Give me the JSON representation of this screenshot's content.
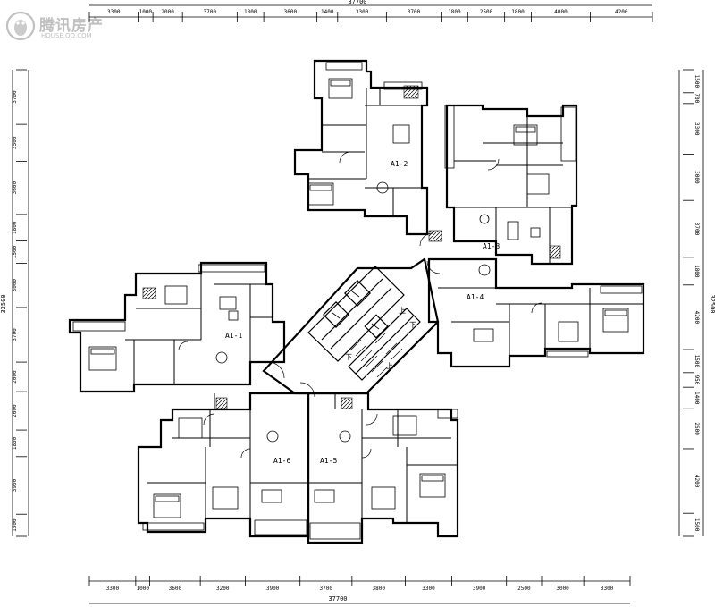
{
  "watermark": {
    "name": "腾讯房产",
    "url": "HOUSE.QQ.COM",
    "logo_icon": "penguin-logo-icon"
  },
  "dimensions": {
    "top_total": "37700",
    "top": [
      "3300",
      "1000",
      "2000",
      "3700",
      "1800",
      "3600",
      "1400",
      "3300",
      "3700",
      "1800",
      "2500",
      "1800",
      "4000",
      "4200"
    ],
    "bottom_total": "37700",
    "bottom": [
      "3300",
      "1000",
      "3600",
      "3200",
      "3900",
      "3700",
      "3800",
      "3300",
      "3900",
      "2500",
      "3000",
      "3300"
    ],
    "left_total": "32500",
    "left": [
      "3700",
      "2500",
      "3600",
      "1800",
      "1500",
      "3000",
      "3700",
      "2000",
      "2600",
      "1800",
      "3900",
      "1500"
    ],
    "right_total": "32500",
    "right": [
      "1500",
      "700",
      "3300",
      "3000",
      "3700",
      "1800",
      "4200",
      "1500",
      "950",
      "1400",
      "2600",
      "4200",
      "1500"
    ]
  },
  "units": [
    {
      "label": "A1-1"
    },
    {
      "label": "A1-2"
    },
    {
      "label": "A1-3"
    },
    {
      "label": "A1-4"
    },
    {
      "label": "A1-5"
    },
    {
      "label": "A1-6"
    }
  ],
  "core": {
    "up_marks": [
      "上",
      "下",
      "上",
      "下"
    ]
  }
}
